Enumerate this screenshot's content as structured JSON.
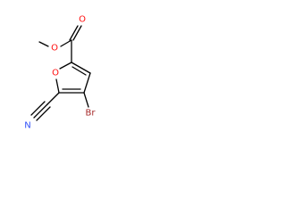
{
  "molecule": {
    "atoms": {
      "carbonyl_oxygen": "O",
      "ester_oxygen": "O",
      "ring_oxygen": "O",
      "bromine": "Br",
      "nitrile_nitrogen": "N"
    },
    "colors": {
      "oxygen": "#ff0d0d",
      "bromine": "#a62929",
      "nitrogen": "#3050f8",
      "carbon": "#000000",
      "background": "#ffffff"
    }
  }
}
